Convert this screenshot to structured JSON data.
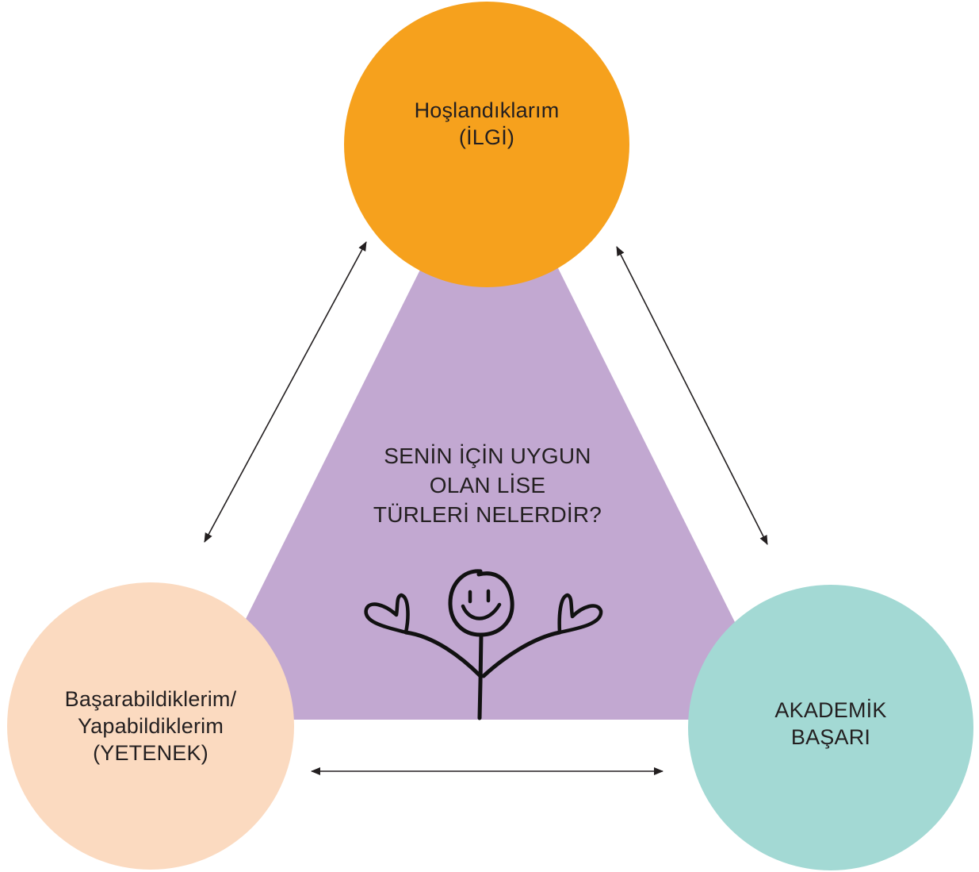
{
  "colors": {
    "interest": "#f6a11d",
    "skill": "#fbdac0",
    "academic": "#a3d9d4",
    "center": "#c2a8d1",
    "ink": "#231f20"
  },
  "nodes": {
    "interest": {
      "lines": [
        "Hoşlandıklarım",
        "(İLGİ)"
      ]
    },
    "skill": {
      "lines": [
        "Başarabildiklerim/",
        "Yapabildiklerim",
        "(YETENEK)"
      ]
    },
    "academic": {
      "lines": [
        "AKADEMİK",
        "BAŞARI"
      ]
    }
  },
  "center": {
    "question_lines": [
      "SENİN İÇİN UYGUN",
      "OLAN LİSE",
      "TÜRLERİ NELERDİR?"
    ]
  },
  "icons": {
    "figure": "stick-figure-smiling-icon",
    "arrow": "double-headed-arrow-icon"
  }
}
